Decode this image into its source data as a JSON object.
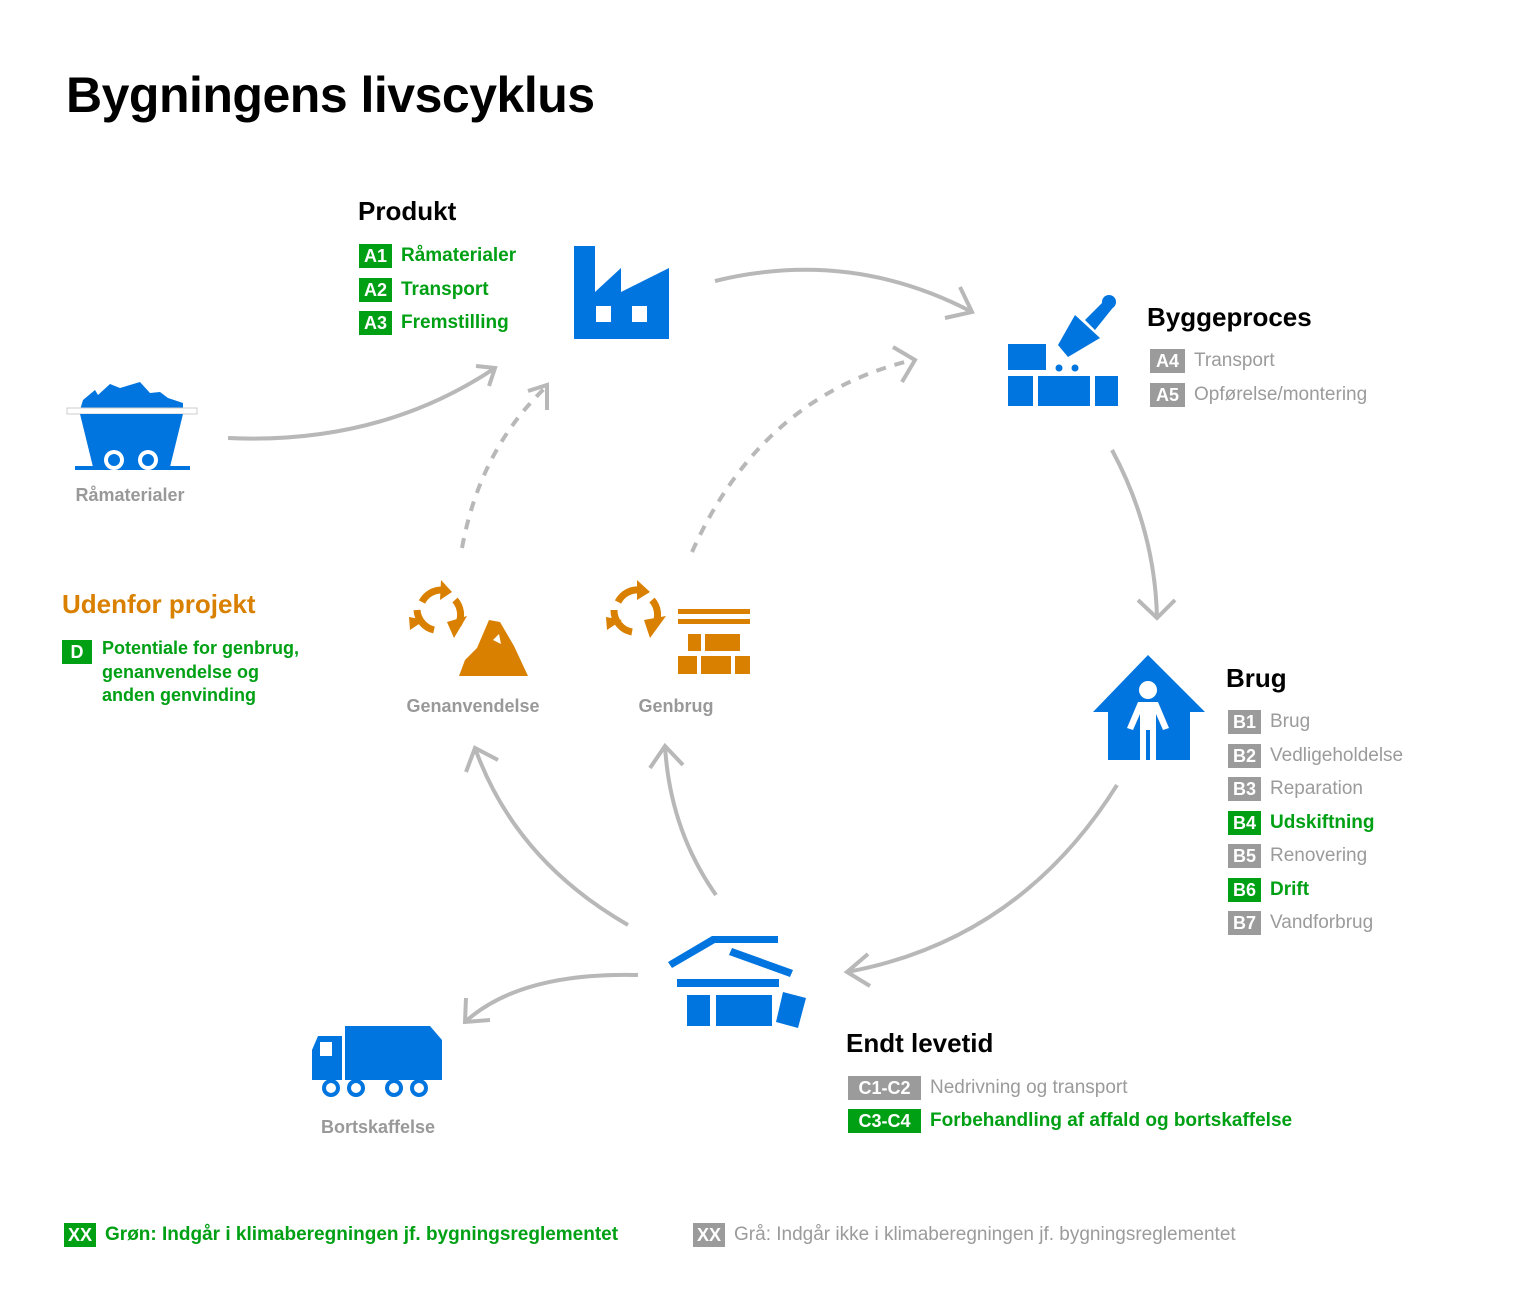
{
  "title": "Bygningens livscyklus",
  "colors": {
    "blue": "#0075DF",
    "green": "#00A014",
    "gray": "#9b9b9b",
    "orange": "#D98000",
    "arrow": "#b8b8b8"
  },
  "produkt": {
    "heading": "Produkt",
    "items": [
      {
        "code": "A1",
        "label": "Råmaterialer",
        "included": true
      },
      {
        "code": "A2",
        "label": "Transport",
        "included": true
      },
      {
        "code": "A3",
        "label": "Fremstilling",
        "included": true
      }
    ]
  },
  "byggeproces": {
    "heading": "Byggeproces",
    "items": [
      {
        "code": "A4",
        "label": "Transport",
        "included": false
      },
      {
        "code": "A5",
        "label": "Opførelse/montering",
        "included": false
      }
    ]
  },
  "brug": {
    "heading": "Brug",
    "items": [
      {
        "code": "B1",
        "label": "Brug",
        "included": false
      },
      {
        "code": "B2",
        "label": "Vedligeholdelse",
        "included": false
      },
      {
        "code": "B3",
        "label": "Reparation",
        "included": false
      },
      {
        "code": "B4",
        "label": "Udskiftning",
        "included": true
      },
      {
        "code": "B5",
        "label": "Renovering",
        "included": false
      },
      {
        "code": "B6",
        "label": "Drift",
        "included": true
      },
      {
        "code": "B7",
        "label": "Vandforbrug",
        "included": false
      }
    ]
  },
  "endt": {
    "heading": "Endt levetid",
    "items": [
      {
        "code": "C1-C2",
        "label": "Nedrivning og transport",
        "included": false
      },
      {
        "code": "C3-C4",
        "label": "Forbehandling af affald og bortskaffelse",
        "included": true
      }
    ]
  },
  "udenfor": {
    "heading": "Udenfor projekt",
    "code": "D",
    "lines": [
      "Potentiale for genbrug,",
      "genanvendelse og",
      "anden genvinding"
    ]
  },
  "icon_labels": {
    "raamaterialer": "Råmaterialer",
    "genanvendelse": "Genanvendelse",
    "genbrug": "Genbrug",
    "bortskaffelse": "Bortskaffelse"
  },
  "legend": [
    {
      "code": "XX",
      "label": "Grøn: Indgår i klimaberegningen jf. bygningsreglementet",
      "included": true
    },
    {
      "code": "XX",
      "label": "Grå: Indgår ikke i klimaberegningen jf. bygningsreglementet",
      "included": false
    }
  ]
}
